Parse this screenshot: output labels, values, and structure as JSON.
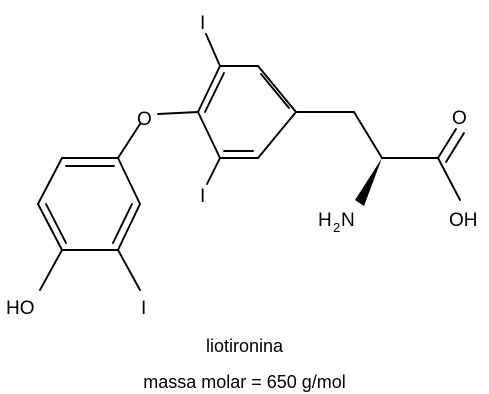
{
  "molecule": {
    "name": "liotironina",
    "molar_mass_text": "massa molar = 650 g/mol",
    "atom_labels": {
      "iodine_top": "I",
      "iodine_middle": "I",
      "iodine_bottom": "I",
      "ether_oxygen": "O",
      "hydroxyl_phenol": "HO",
      "carbonyl_oxygen": "O",
      "acid_hydroxyl": "OH",
      "amine_h": "H",
      "amine_sub": "2",
      "amine_n": "N"
    }
  }
}
